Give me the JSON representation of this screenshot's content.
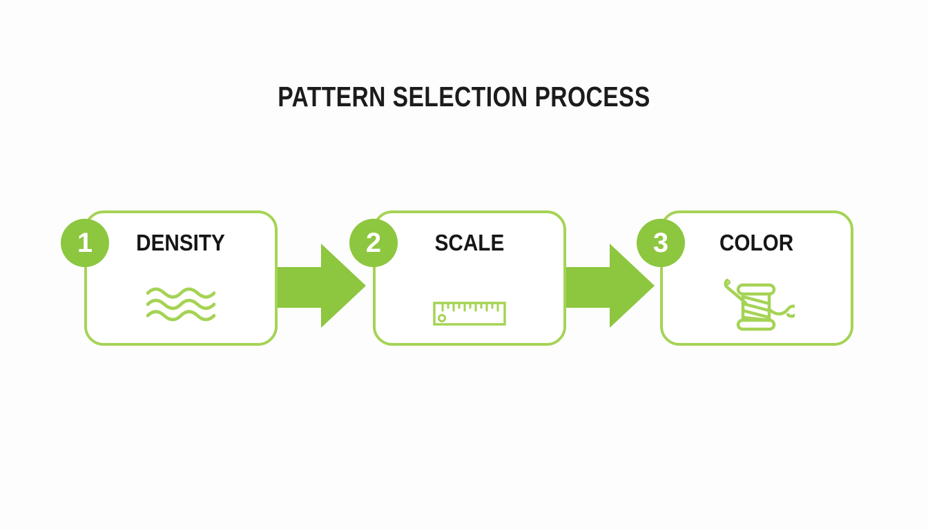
{
  "title": "PATTERN SELECTION PROCESS",
  "colors": {
    "accent": "#8dc63f",
    "outline": "#a5d355",
    "heading": "#1c1c1c",
    "card_bg": "#ffffff",
    "page_bg": "#fdfdfd"
  },
  "steps": [
    {
      "number": "1",
      "label": "DENSITY",
      "icon": "waves-icon"
    },
    {
      "number": "2",
      "label": "SCALE",
      "icon": "ruler-icon"
    },
    {
      "number": "3",
      "label": "COLOR",
      "icon": "thread-spool-icon"
    }
  ],
  "connector": {
    "type": "arrow-right",
    "count": 2
  }
}
